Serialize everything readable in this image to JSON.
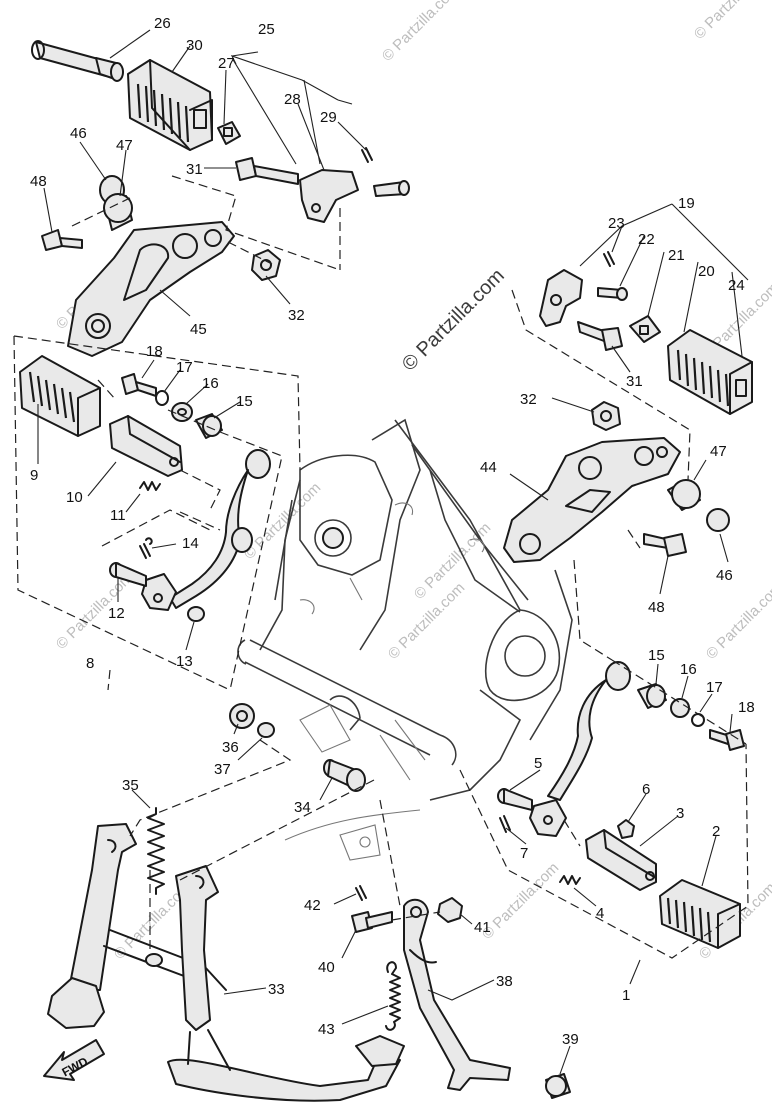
{
  "watermark": {
    "main": "© Partzilla.com",
    "tiled": "© Partzilla.com"
  },
  "fwd_label": "FWD",
  "callouts": {
    "c26": "26",
    "c30": "30",
    "c25": "25",
    "c27": "27",
    "c28": "28",
    "c29": "29",
    "c31a": "31",
    "c46a": "46",
    "c47a": "47",
    "c48a": "48",
    "c45": "45",
    "c32a": "32",
    "c18a": "18",
    "c17a": "17",
    "c16a": "16",
    "c15a": "15",
    "c9": "9",
    "c10": "10",
    "c11": "11",
    "c14": "14",
    "c12": "12",
    "c13": "13",
    "c8": "8",
    "c19": "19",
    "c23": "23",
    "c22": "22",
    "c21": "21",
    "c20": "20",
    "c24": "24",
    "c31b": "31",
    "c32b": "32",
    "c44": "44",
    "c47b": "47",
    "c46b": "46",
    "c48b": "48",
    "c15b": "15",
    "c16b": "16",
    "c17b": "17",
    "c18b": "18",
    "c5": "5",
    "c6": "6",
    "c3": "3",
    "c2": "2",
    "c7": "7",
    "c4": "4",
    "c1": "1",
    "c36": "36",
    "c37": "37",
    "c34": "34",
    "c35": "35",
    "c33": "33",
    "c42": "42",
    "c41": "41",
    "c40": "40",
    "c38": "38",
    "c43": "43",
    "c39": "39"
  }
}
